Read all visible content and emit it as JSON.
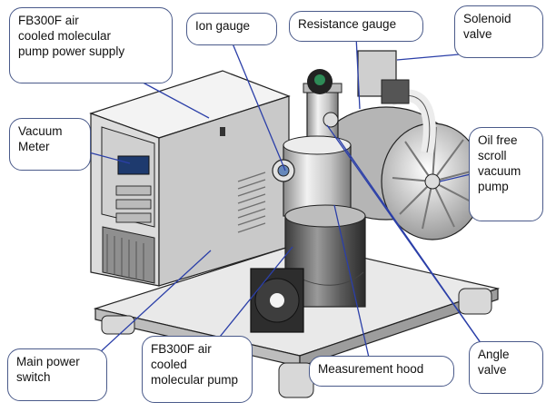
{
  "colors": {
    "leader": "#2b3fa8",
    "callout_border": "#4a5a8a",
    "metal_light": "#e6e6e6",
    "metal_mid": "#b9b9b9",
    "metal_dark": "#6f6f6f",
    "outline": "#222222"
  },
  "labels": {
    "power_supply": "FB300F air\ncooled molecular\npump power supply",
    "ion_gauge": "Ion gauge",
    "resistance_gauge": "Resistance gauge",
    "solenoid_valve": "Solenoid\nvalve",
    "vacuum_meter": "Vacuum\nMeter",
    "scroll_pump": "Oil free\nscroll\nvacuum\npump",
    "main_power_switch": "Main power\nswitch",
    "molecular_pump": "FB300F air\ncooled\nmolecular pump",
    "measurement_hood": "Measurement hood",
    "angle_valve": "Angle\nvalve"
  }
}
